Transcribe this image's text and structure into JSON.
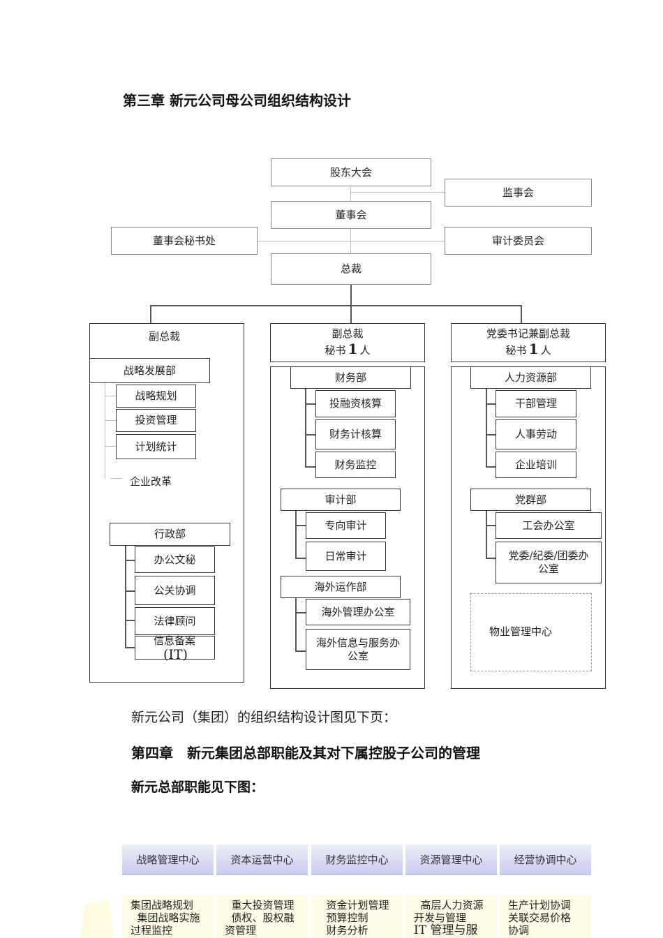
{
  "chapter3_title": "第三章  新元公司母公司组织结构设计",
  "org": {
    "shareholders": "股东大会",
    "supervisors": "监事会",
    "board": "董事会",
    "board_secretary": "董事会秘书处",
    "audit_committee": "审计委员会",
    "president": "总裁",
    "left_panel": {
      "head": "副总裁",
      "strategy_dept": "战略发展部",
      "strategy_items": [
        "战略规划",
        "投资管理",
        "计划统计"
      ],
      "reform": "企业改革",
      "admin_dept": "行政部",
      "admin_items": [
        "办公文秘",
        "公关协调",
        "法律顾问",
        "信息备案"
      ],
      "admin_it": "(IT)"
    },
    "mid_panel": {
      "head": "副总裁",
      "secretary_prefix": "秘书",
      "secretary_count": "1",
      "secretary_unit": "人",
      "finance_dept": "财务部",
      "finance_items": [
        "投融资核算",
        "财务计核算",
        "财务监控"
      ],
      "audit_dept": "审计部",
      "audit_items": [
        "专向审计",
        "日常审计"
      ],
      "overseas_dept": "海外运作部",
      "overseas_items": [
        "海外管理办公室",
        "海外信息与服务办公室"
      ]
    },
    "right_panel": {
      "head": "党委书记兼副总裁",
      "secretary_prefix": "秘书",
      "secretary_count": "1",
      "secretary_unit": "人",
      "hr_dept": "人力资源部",
      "hr_items": [
        "干部管理",
        "人事劳动",
        "企业培训"
      ],
      "party_dept": "党群部",
      "party_items": [
        "工会办公室",
        "党委/纪委/团委办公室"
      ],
      "property": "物业管理中心"
    }
  },
  "para_group": "新元公司（集团）的组织结构设计图见下页：",
  "chapter4_title": "第四章　新元集团总部职能及其对下属控股子公司的管理",
  "subtitle_hq": "新元总部职能见下图：",
  "centers": [
    {
      "name": "战略管理中心",
      "lines": [
        "集团战略规划",
        "  集团战略实施",
        "过程监控"
      ]
    },
    {
      "name": "资本运营中心",
      "lines": [
        "  重大投资管理",
        "  债权、股权融",
        "资管理"
      ]
    },
    {
      "name": "财务监控中心",
      "lines": [
        "  资金计划管理",
        "  预算控制",
        "  财务分析"
      ]
    },
    {
      "name": "资源管理中心",
      "lines": [
        "  高层人力资源",
        "开发与管理",
        "IT 管理与服"
      ]
    },
    {
      "name": "经营协调中心",
      "lines": [
        "生产计划协调",
        "关联交易价格",
        "协调"
      ]
    }
  ]
}
